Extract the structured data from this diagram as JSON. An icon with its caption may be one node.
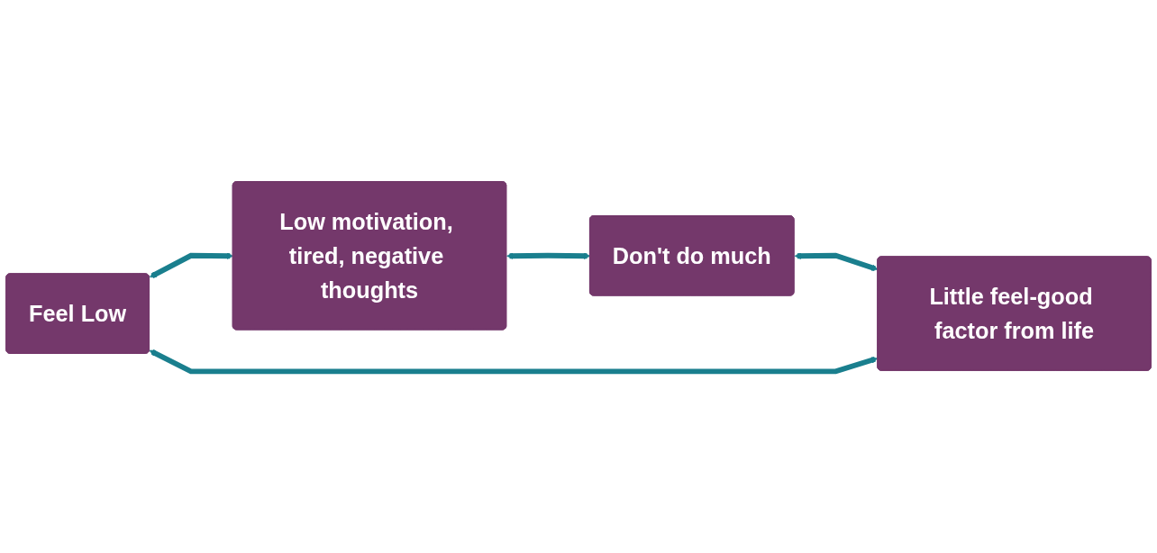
{
  "diagram": {
    "nodes": [
      {
        "text": [
          "Feel Low"
        ]
      },
      {
        "text": [
          "Low motivation, tired, negative thoughts"
        ]
      },
      {
        "text": [
          "Don't do much"
        ]
      },
      {
        "text": [
          "Little feel-good factor from life"
        ]
      }
    ],
    "edges": [
      {
        "from": 0,
        "to": 1,
        "arrow": "both"
      },
      {
        "from": 1,
        "to": 2,
        "arrow": "both"
      },
      {
        "from": 2,
        "to": 3,
        "arrow": "both"
      },
      {
        "from": 3,
        "to": 0,
        "arrow": "both"
      }
    ]
  }
}
